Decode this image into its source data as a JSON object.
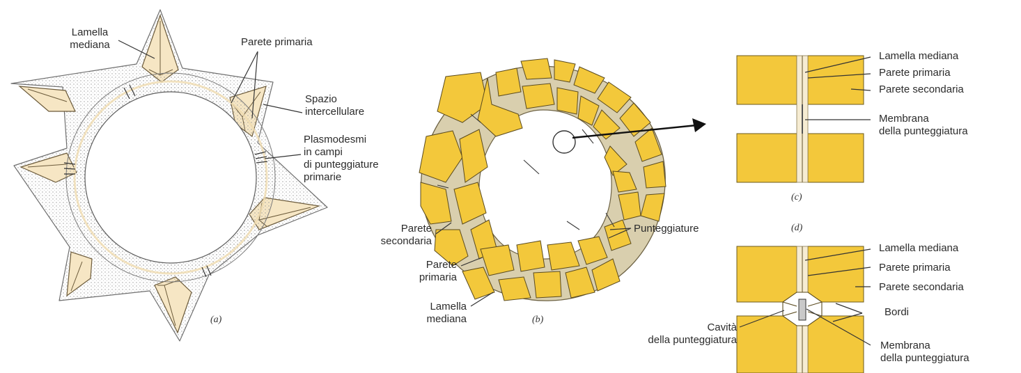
{
  "colors": {
    "cell_fill": "#f3c83b",
    "cell_stroke": "#5a4a1e",
    "primary_wall": "#f6e6c4",
    "lumen": "#ffffff",
    "leader_line": "#333333"
  },
  "panel_a": {
    "caption": "(a)",
    "labels": {
      "lamella_mediana": [
        "Lamella",
        "mediana"
      ],
      "parete_primaria": "Parete primaria",
      "spazio_intercellulare": [
        "Spazio",
        "intercellulare"
      ],
      "plasmodesmi": [
        "Plasmodesmi",
        "in campi",
        "di punteggiature",
        "primarie"
      ]
    }
  },
  "panel_b": {
    "caption": "(b)",
    "labels": {
      "parete_secondaria": [
        "Parete",
        "secondaria"
      ],
      "parete_primaria": [
        "Parete",
        "primaria"
      ],
      "lamella_mediana": [
        "Lamella",
        "mediana"
      ],
      "punteggiature": "Punteggiature"
    }
  },
  "panel_c": {
    "caption": "(c)",
    "labels": {
      "lamella_mediana": "Lamella mediana",
      "parete_primaria": "Parete primaria",
      "parete_secondaria": "Parete secondaria",
      "membrana": [
        "Membrana",
        "della punteggiatura"
      ]
    }
  },
  "panel_d": {
    "caption": "(d)",
    "labels": {
      "lamella_mediana": "Lamella mediana",
      "parete_primaria": "Parete primaria",
      "parete_secondaria": "Parete secondaria",
      "bordi": "Bordi",
      "cavita": [
        "Cavità",
        "della punteggiatura"
      ],
      "membrana": [
        "Membrana",
        "della punteggiatura"
      ]
    }
  }
}
